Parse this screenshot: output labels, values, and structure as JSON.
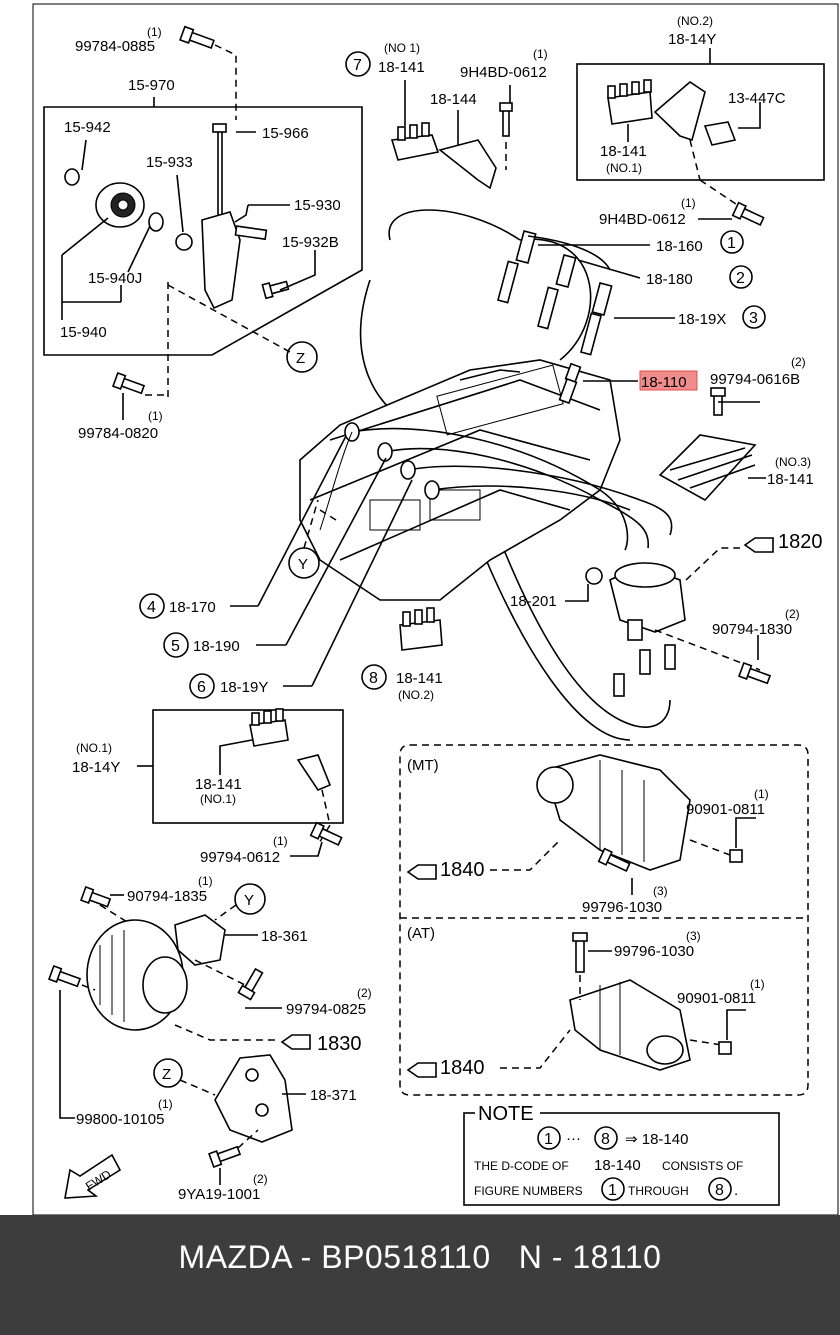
{
  "diagram": {
    "labels": {
      "p99784_0885": "99784-0885",
      "q99784_0885": "(1)",
      "p15_970": "15-970",
      "p15_942": "15-942",
      "p15_966": "15-966",
      "p15_933": "15-933",
      "p15_930": "15-930",
      "p15_932b": "15-932B",
      "p15_940j": "15-940J",
      "p15_940": "15-940",
      "callout_z": "Z",
      "p99784_0820": "99784-0820",
      "q99784_0820": "(1)",
      "c7": "7",
      "no1_top": "(NO 1)",
      "p18_141_top": "18-141",
      "p18_144": "18-144",
      "p9h4bd_a": "9H4BD-0612",
      "q9h4bd_a": "(1)",
      "no2_top": "(NO.2)",
      "p18_14y_top": "18-14Y",
      "p13_447c": "13-447C",
      "p18_141_box": "18-141",
      "no1_box": "(NO.1)",
      "p9h4bd_b": "9H4BD-0612",
      "q9h4bd_b": "(1)",
      "p18_160": "18-160",
      "c1": "1",
      "p18_180": "18-180",
      "c2": "2",
      "p18_19x": "18-19X",
      "c3": "3",
      "p18_110": "18-110",
      "p99794_0616b": "99794-0616B",
      "q99794_0616b": "(2)",
      "no3": "(NO.3)",
      "p18_141_no3": "18-141",
      "ref_1820": "1820",
      "callout_y": "Y",
      "c4": "4",
      "p18_170": "18-170",
      "c5": "5",
      "p18_190": "18-190",
      "c6": "6",
      "p18_19y": "18-19Y",
      "p18_201": "18-201",
      "p90794_1830": "90794-1830",
      "q90794_1830": "(2)",
      "c8": "8",
      "p18_141_no2": "18-141",
      "no2_mid": "(NO.2)",
      "no1_left": "(NO.1)",
      "p18_14y_left": "18-14Y",
      "p18_141_left": "18-141",
      "no1_left_box": "(NO.1)",
      "p99794_0612": "99794-0612",
      "q99794_0612": "(1)",
      "mt": "(MT)",
      "p90901_0811_a": "90901-0811",
      "q90901_0811_a": "(1)",
      "ref_1840_a": "1840",
      "p99796_1030_a": "99796-1030",
      "q99796_1030_a": "(3)",
      "at": "(AT)",
      "p99796_1030_b": "99796-1030",
      "q99796_1030_b": "(3)",
      "p90901_0811_b": "90901-0811",
      "q90901_0811_b": "(1)",
      "ref_1840_b": "1840",
      "p90794_1835": "90794-1835",
      "q90794_1835": "(1)",
      "callout_y2": "Y",
      "p18_361": "18-361",
      "p99794_0825": "99794-0825",
      "q99794_0825": "(2)",
      "ref_1830": "1830",
      "callout_z2": "Z",
      "p18_371": "18-371",
      "p99800_10105": "99800-10105",
      "q99800_10105": "(1)",
      "p9ya19_1001": "9YA19-1001",
      "q9ya19_1001": "(2)",
      "fwd": "FWD",
      "note_title": "NOTE",
      "note_c1": "1",
      "note_dots": "···",
      "note_c8": "8",
      "note_arrow": "⇒ 18-140",
      "note_line2_a": "THE D-CODE OF",
      "note_line2_b": "18-140",
      "note_line2_c": "CONSISTS OF",
      "note_line3_a": "FIGURE NUMBERS",
      "note_line3_c1": "1",
      "note_line3_b": "THROUGH",
      "note_line3_c8": "8",
      "note_line3_end": "."
    },
    "highlight_color": "#f08c8c"
  },
  "footer": {
    "caption": "MAZDA - BP0518110   N - 18110",
    "bg_color": "#3d3d3d"
  }
}
